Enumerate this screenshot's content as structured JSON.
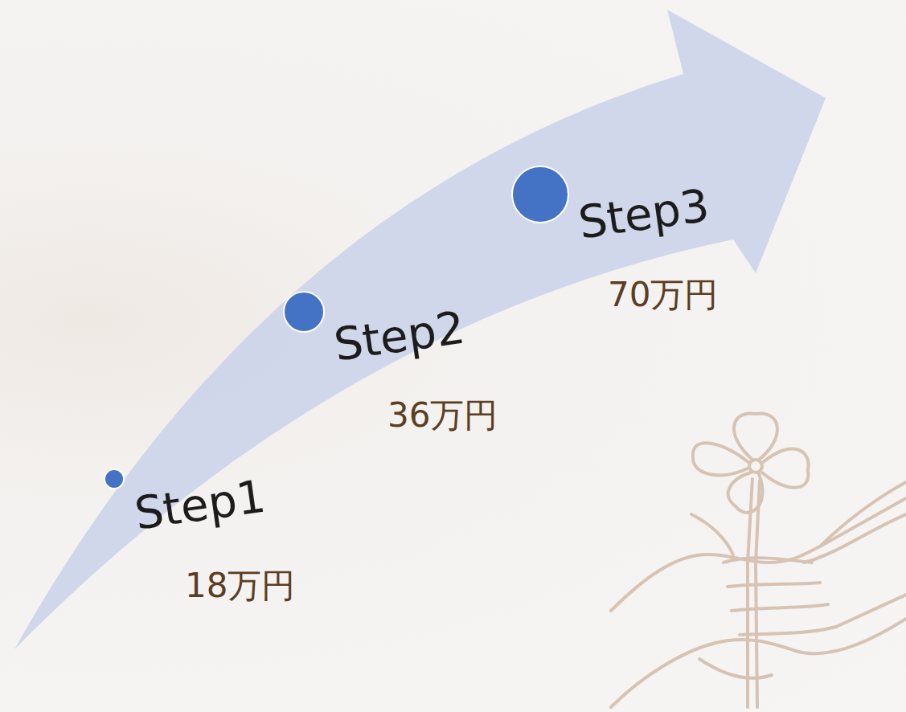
{
  "diagram": {
    "labels": [
      "Step1",
      "18万円",
      "Step2",
      "36万円",
      "Step3",
      "70万円"
    ]
  }
}
